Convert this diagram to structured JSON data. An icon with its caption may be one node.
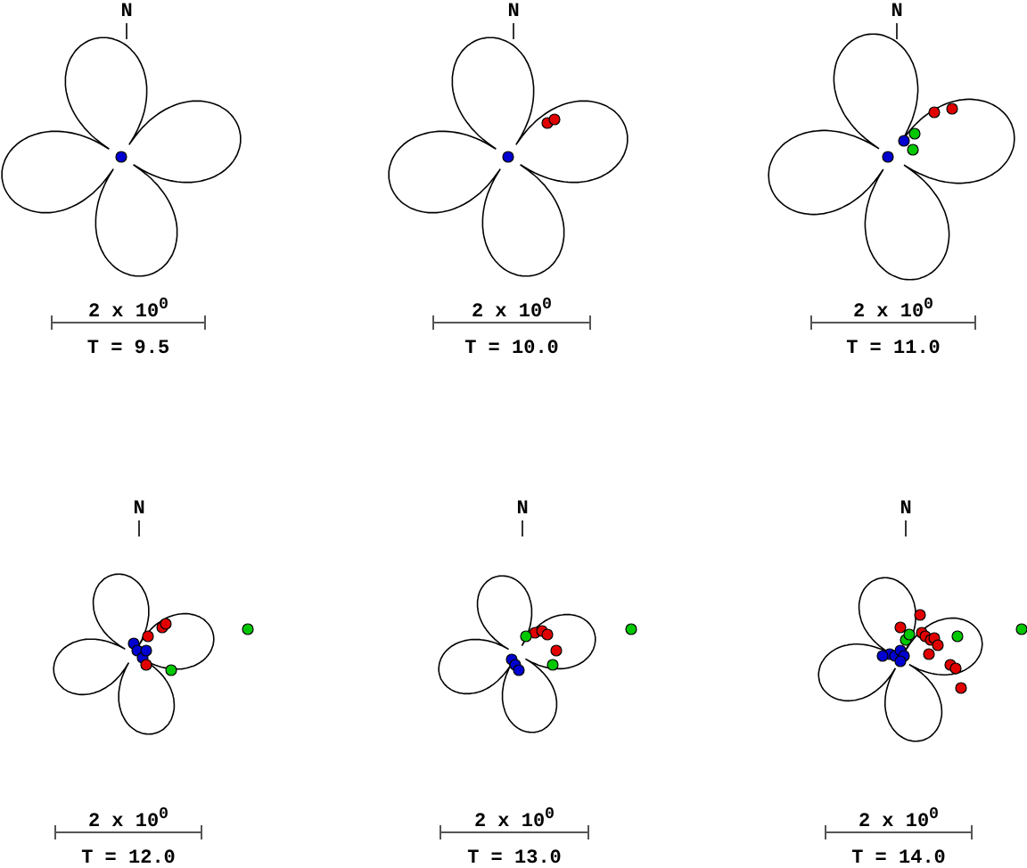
{
  "diagram": {
    "labels": [
      "N",
      "N",
      "N",
      "2 x 10$^{0}$",
      "2 x 10$^{0}$",
      "2 x 10$^{0}$",
      "T = 9.5",
      "T = 10.0",
      "T = 11.0",
      "N",
      "N",
      "N",
      "2 x 10$^{0}$",
      "2 x 10$^{0}$",
      "2 x 10$^{0}$",
      "T = 12.0",
      "T = 13.0",
      "T = 14.0"
    ]
  }
}
